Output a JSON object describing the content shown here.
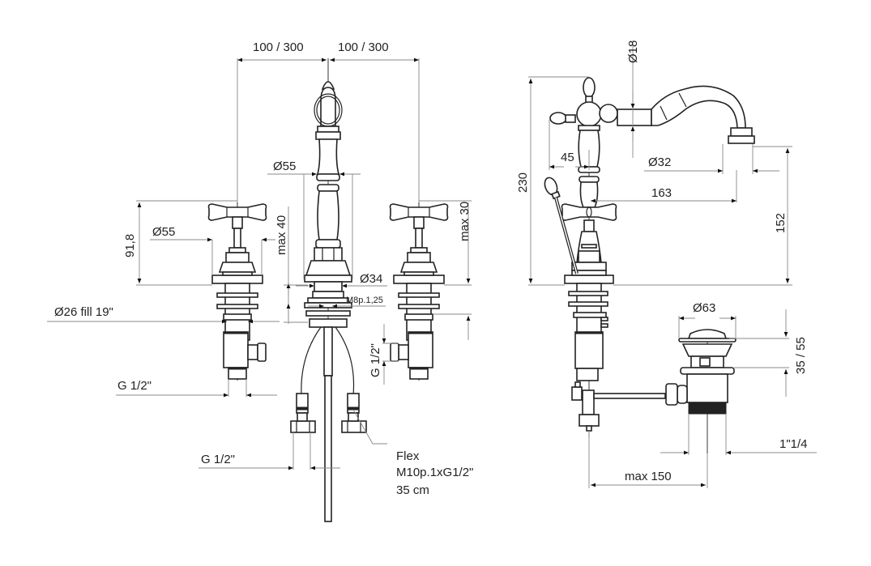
{
  "drawing": {
    "title": "Three-hole basin mixer with pop-up waste — technical dimensions",
    "units": "mm",
    "front_view": {
      "spacing_left": "100 / 300",
      "spacing_right": "100 / 300",
      "spout_diameter": "Ø55",
      "spout_max_depth": "max 40",
      "spout_base_diameter": "Ø34",
      "spout_thread": "M8p.1,25",
      "left_valve_height": "91,8",
      "left_valve_diameter": "Ø55",
      "left_valve_fill": "Ø26 fill 19\"",
      "left_valve_connection": "G 1/2\"",
      "right_valve_max_depth": "max 30",
      "right_valve_connection": "G 1/2\"",
      "flex_connection": "G 1/2\"",
      "flex_label_line1": "Flex",
      "flex_label_line2": "M10p.1xG1/2\"",
      "flex_label_line3": "35 cm"
    },
    "side_view": {
      "spout_pipe_diameter": "Ø18",
      "total_height": "230",
      "handle_offset": "45",
      "spout_outlet_diameter": "Ø32",
      "spout_reach": "163",
      "outlet_height": "152",
      "waste_diameter": "Ø63",
      "waste_height": "35 / 55",
      "waste_thread": "1\"1/4",
      "waste_max_distance": "max 150"
    }
  }
}
